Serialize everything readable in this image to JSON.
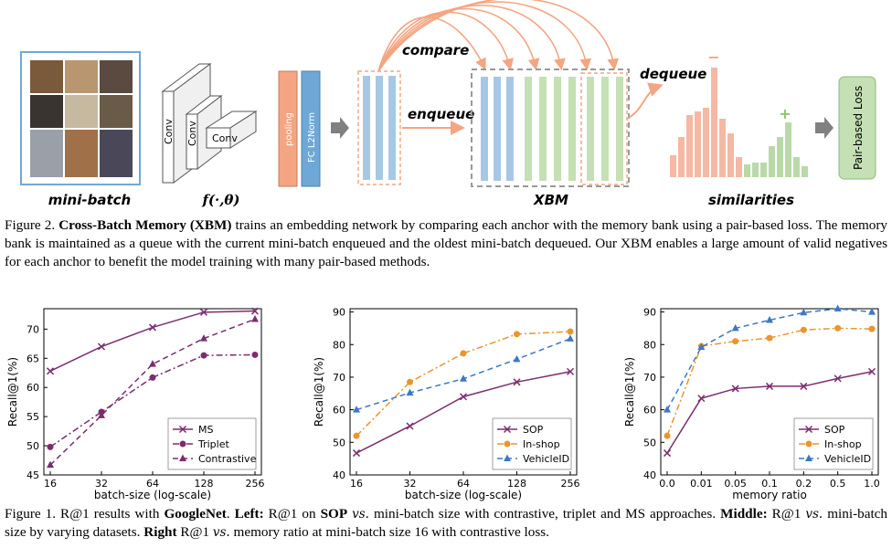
{
  "figure2": {
    "minibatch_label": "mini-batch",
    "network_label": "f(·,θ)",
    "conv_labels": [
      "Conv",
      "Conv",
      "Conv"
    ],
    "pooling_label": "pooling",
    "fc_label": "FC  L2Norm",
    "compare_label": "compare",
    "enqueue_label": "enqueue",
    "dequeue_label": "dequeue",
    "xbm_label": "XBM",
    "similarities_label": "similarities",
    "minus_sign": "−",
    "plus_sign": "+",
    "loss_label": "Pair-based  Loss",
    "colors": {
      "orange": "#f4a582",
      "blue": "#a6c8e4",
      "green": "#c5e0b4",
      "gray": "#a0a0a0",
      "pink_bar": "#f5b8a2",
      "green_bar": "#b9d9a8"
    },
    "caption": {
      "figure_num": "Figure 2.",
      "bold_title": "Cross-Batch Memory (XBM)",
      "text": " trains an embedding network by comparing each anchor with the memory bank using a pair-based loss. The memory bank is maintained as a queue with the current mini-batch enqueued and the oldest mini-batch dequeued. Our XBM enables a large amount of valid negatives for each anchor to benefit the model training with many pair-based methods."
    }
  },
  "figure1": {
    "caption": {
      "p1": "Figure 1. R@1 results with ",
      "b1": "GoogleNet",
      "p2": ". ",
      "b2": "Left:",
      "p3": " R@1 on ",
      "b3": "SOP",
      "p4": " ",
      "vs1": "vs.",
      "p5": " mini-batch size with contrastive, triplet and MS approaches. ",
      "b4": "Middle:",
      "p6": " R@1 ",
      "vs2": "vs.",
      "p7": " mini-batch size by varying datasets. ",
      "b5": "Right",
      "p8": " R@1 ",
      "vs3": "vs.",
      "p9": " memory ratio at mini-batch size 16 with contrastive loss."
    }
  },
  "chart_data": [
    {
      "type": "line",
      "x": [
        "16",
        "32",
        "64",
        "128",
        "256"
      ],
      "xlabel": "batch-size (log-scale)",
      "ylabel": "Recall@1(%)",
      "ylim": [
        45,
        73.5
      ],
      "yticks": [
        45,
        50,
        55,
        60,
        65,
        70
      ],
      "legend": "bottom-right",
      "series": [
        {
          "name": "MS",
          "values": [
            62.8,
            67.0,
            70.3,
            72.9,
            73.1
          ],
          "color": "#7b2c6e",
          "marker": "x",
          "dash": "solid"
        },
        {
          "name": "Triplet",
          "values": [
            49.8,
            55.8,
            61.7,
            65.5,
            65.6
          ],
          "color": "#7b2c6e",
          "marker": "circle",
          "dash": "dashdot"
        },
        {
          "name": "Contrastive",
          "values": [
            46.7,
            55.2,
            64.0,
            68.4,
            71.7
          ],
          "color": "#7b2c6e",
          "marker": "triangle",
          "dash": "dashed"
        }
      ]
    },
    {
      "type": "line",
      "x": [
        "16",
        "32",
        "64",
        "128",
        "256"
      ],
      "xlabel": "batch-size (log-scale)",
      "ylabel": "Recall@1(%)",
      "ylim": [
        40,
        91
      ],
      "yticks": [
        40,
        50,
        60,
        70,
        80,
        90
      ],
      "legend": "bottom-right",
      "series": [
        {
          "name": "SOP",
          "values": [
            46.7,
            55.0,
            64.0,
            68.5,
            71.7
          ],
          "color": "#7b2c6e",
          "marker": "x",
          "dash": "solid"
        },
        {
          "name": "In-shop",
          "values": [
            52.0,
            68.5,
            77.3,
            83.2,
            84.0
          ],
          "color": "#e8962e",
          "marker": "circle",
          "dash": "dashdot"
        },
        {
          "name": "VehicleID",
          "values": [
            60.0,
            65.2,
            69.5,
            75.5,
            81.8
          ],
          "color": "#3d78c2",
          "marker": "triangle",
          "dash": "dashed"
        }
      ]
    },
    {
      "type": "line",
      "x": [
        "0.0",
        "0.01",
        "0.05",
        "0.1",
        "0.2",
        "0.5",
        "1.0"
      ],
      "xlabel": "memory ratio",
      "ylabel": "Recall@1(%)",
      "ylim": [
        40,
        91
      ],
      "yticks": [
        40,
        50,
        60,
        70,
        80,
        90
      ],
      "legend": "bottom-right",
      "series": [
        {
          "name": "SOP",
          "values": [
            46.7,
            63.5,
            66.5,
            67.2,
            67.2,
            69.6,
            71.7
          ],
          "color": "#7b2c6e",
          "marker": "x",
          "dash": "solid"
        },
        {
          "name": "In-shop",
          "values": [
            52.0,
            79.5,
            81.0,
            82.0,
            84.5,
            85.0,
            84.8
          ],
          "color": "#e8962e",
          "marker": "circle",
          "dash": "dashdot"
        },
        {
          "name": "VehicleID",
          "values": [
            60.0,
            79.2,
            85.0,
            87.5,
            89.8,
            91.0,
            90.0
          ],
          "color": "#3d78c2",
          "marker": "triangle",
          "dash": "dashed"
        }
      ]
    }
  ]
}
